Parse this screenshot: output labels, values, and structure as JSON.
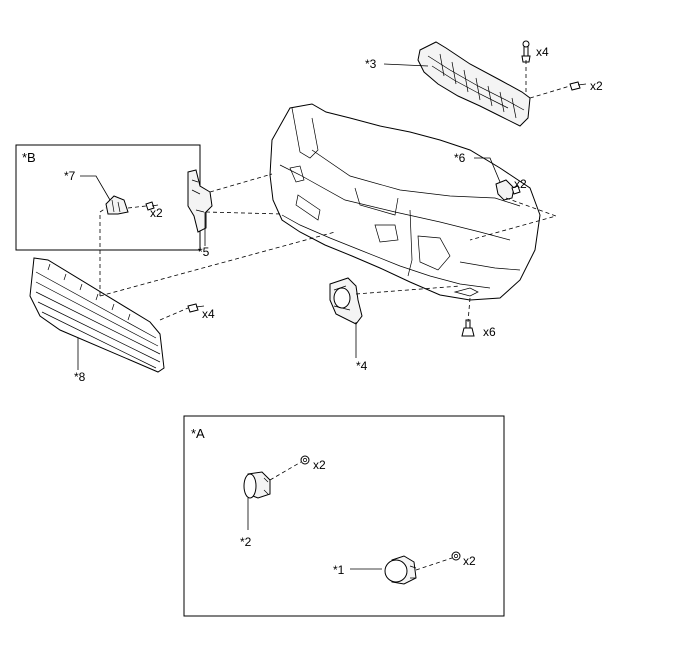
{
  "labels": {
    "p1": "*1",
    "p2": "*2",
    "p3": "*3",
    "p4": "*4",
    "p5": "*5",
    "p6": "*6",
    "p7": "*7",
    "p8": "*8",
    "box_a": "*A",
    "box_b": "*B"
  },
  "quantities": {
    "q3_clips": "x4",
    "q3_bolts": "x2",
    "q6": "x2",
    "q_bumper": "x6",
    "q7": "x2",
    "q8": "x4",
    "q2": "x2",
    "q1": "x2"
  }
}
